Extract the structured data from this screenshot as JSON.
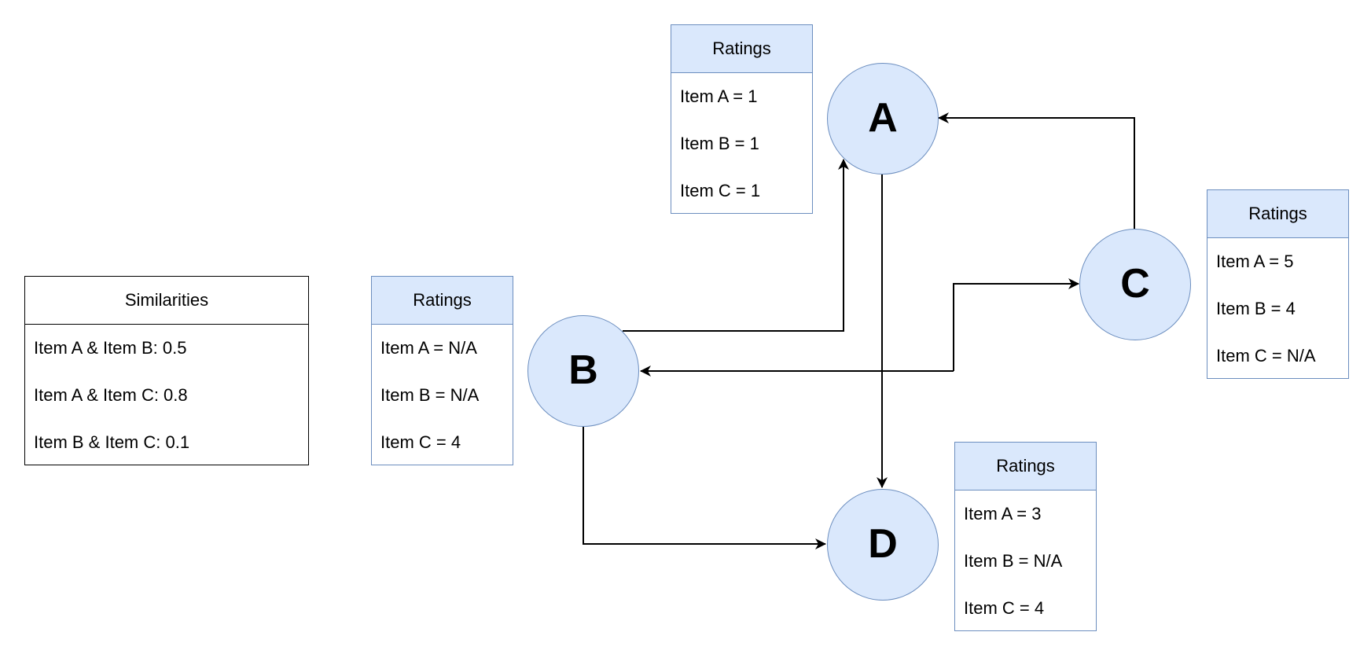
{
  "similarities": {
    "title": "Similarities",
    "rows": [
      "Item A & Item B: 0.5",
      "Item A & Item C: 0.8",
      "Item B & Item C: 0.1"
    ]
  },
  "nodes": {
    "a": "A",
    "b": "B",
    "c": "C",
    "d": "D"
  },
  "ratings": {
    "a": {
      "title": "Ratings",
      "rows": [
        "Item A = 1",
        "Item B = 1",
        "Item C = 1"
      ]
    },
    "b": {
      "title": "Ratings",
      "rows": [
        "Item A = N/A",
        "Item B = N/A",
        "Item C = 4"
      ]
    },
    "c": {
      "title": "Ratings",
      "rows": [
        "Item A = 5",
        "Item B = 4",
        "Item C = N/A"
      ]
    },
    "d": {
      "title": "Ratings",
      "rows": [
        "Item A = 3",
        "Item B = N/A",
        "Item C = 4"
      ]
    }
  },
  "edges": [
    {
      "from": "A",
      "to": "D"
    },
    {
      "from": "C",
      "to": "A"
    },
    {
      "from": "B",
      "to": "A"
    },
    {
      "from": "B",
      "to": "D"
    },
    {
      "from": "B",
      "to": "C"
    },
    {
      "from": "C",
      "to": "B"
    }
  ],
  "colors": {
    "node_fill": "#dae8fc",
    "node_stroke": "#6c8ebf",
    "edge": "#000000"
  }
}
